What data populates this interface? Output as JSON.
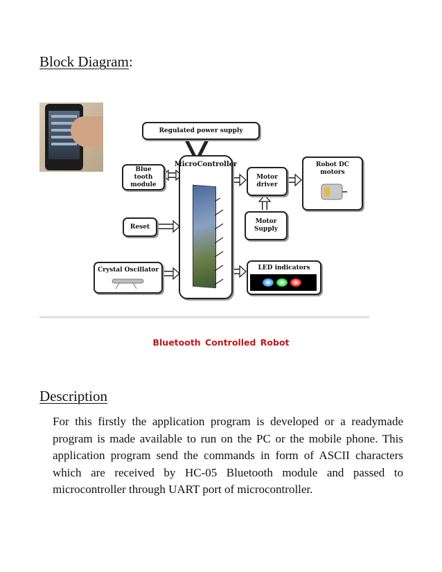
{
  "section1": {
    "title": "Block Diagram",
    "suffix": ":"
  },
  "diagram": {
    "blocks": {
      "power": "Regulated power supply",
      "mcu": "MicroController",
      "bluetooth": "Blue tooth module",
      "reset": "Reset",
      "crystal": "Crystal Oscillator",
      "motor_driver": "Motor driver",
      "motor_supply": "Motor Supply",
      "robot": "Robot DC motors",
      "led": "LED indicators"
    },
    "caption": "Bluetooth Controlled Robot"
  },
  "section2": {
    "title": "Description",
    "body": "For this firstly the application program is developed or a readymade program is made available to run on the PC or the mobile phone. This application program send the commands in form of ASCII characters which are received by HC-05 Bluetooth module and passed to microcontroller through UART port of microcontroller."
  }
}
